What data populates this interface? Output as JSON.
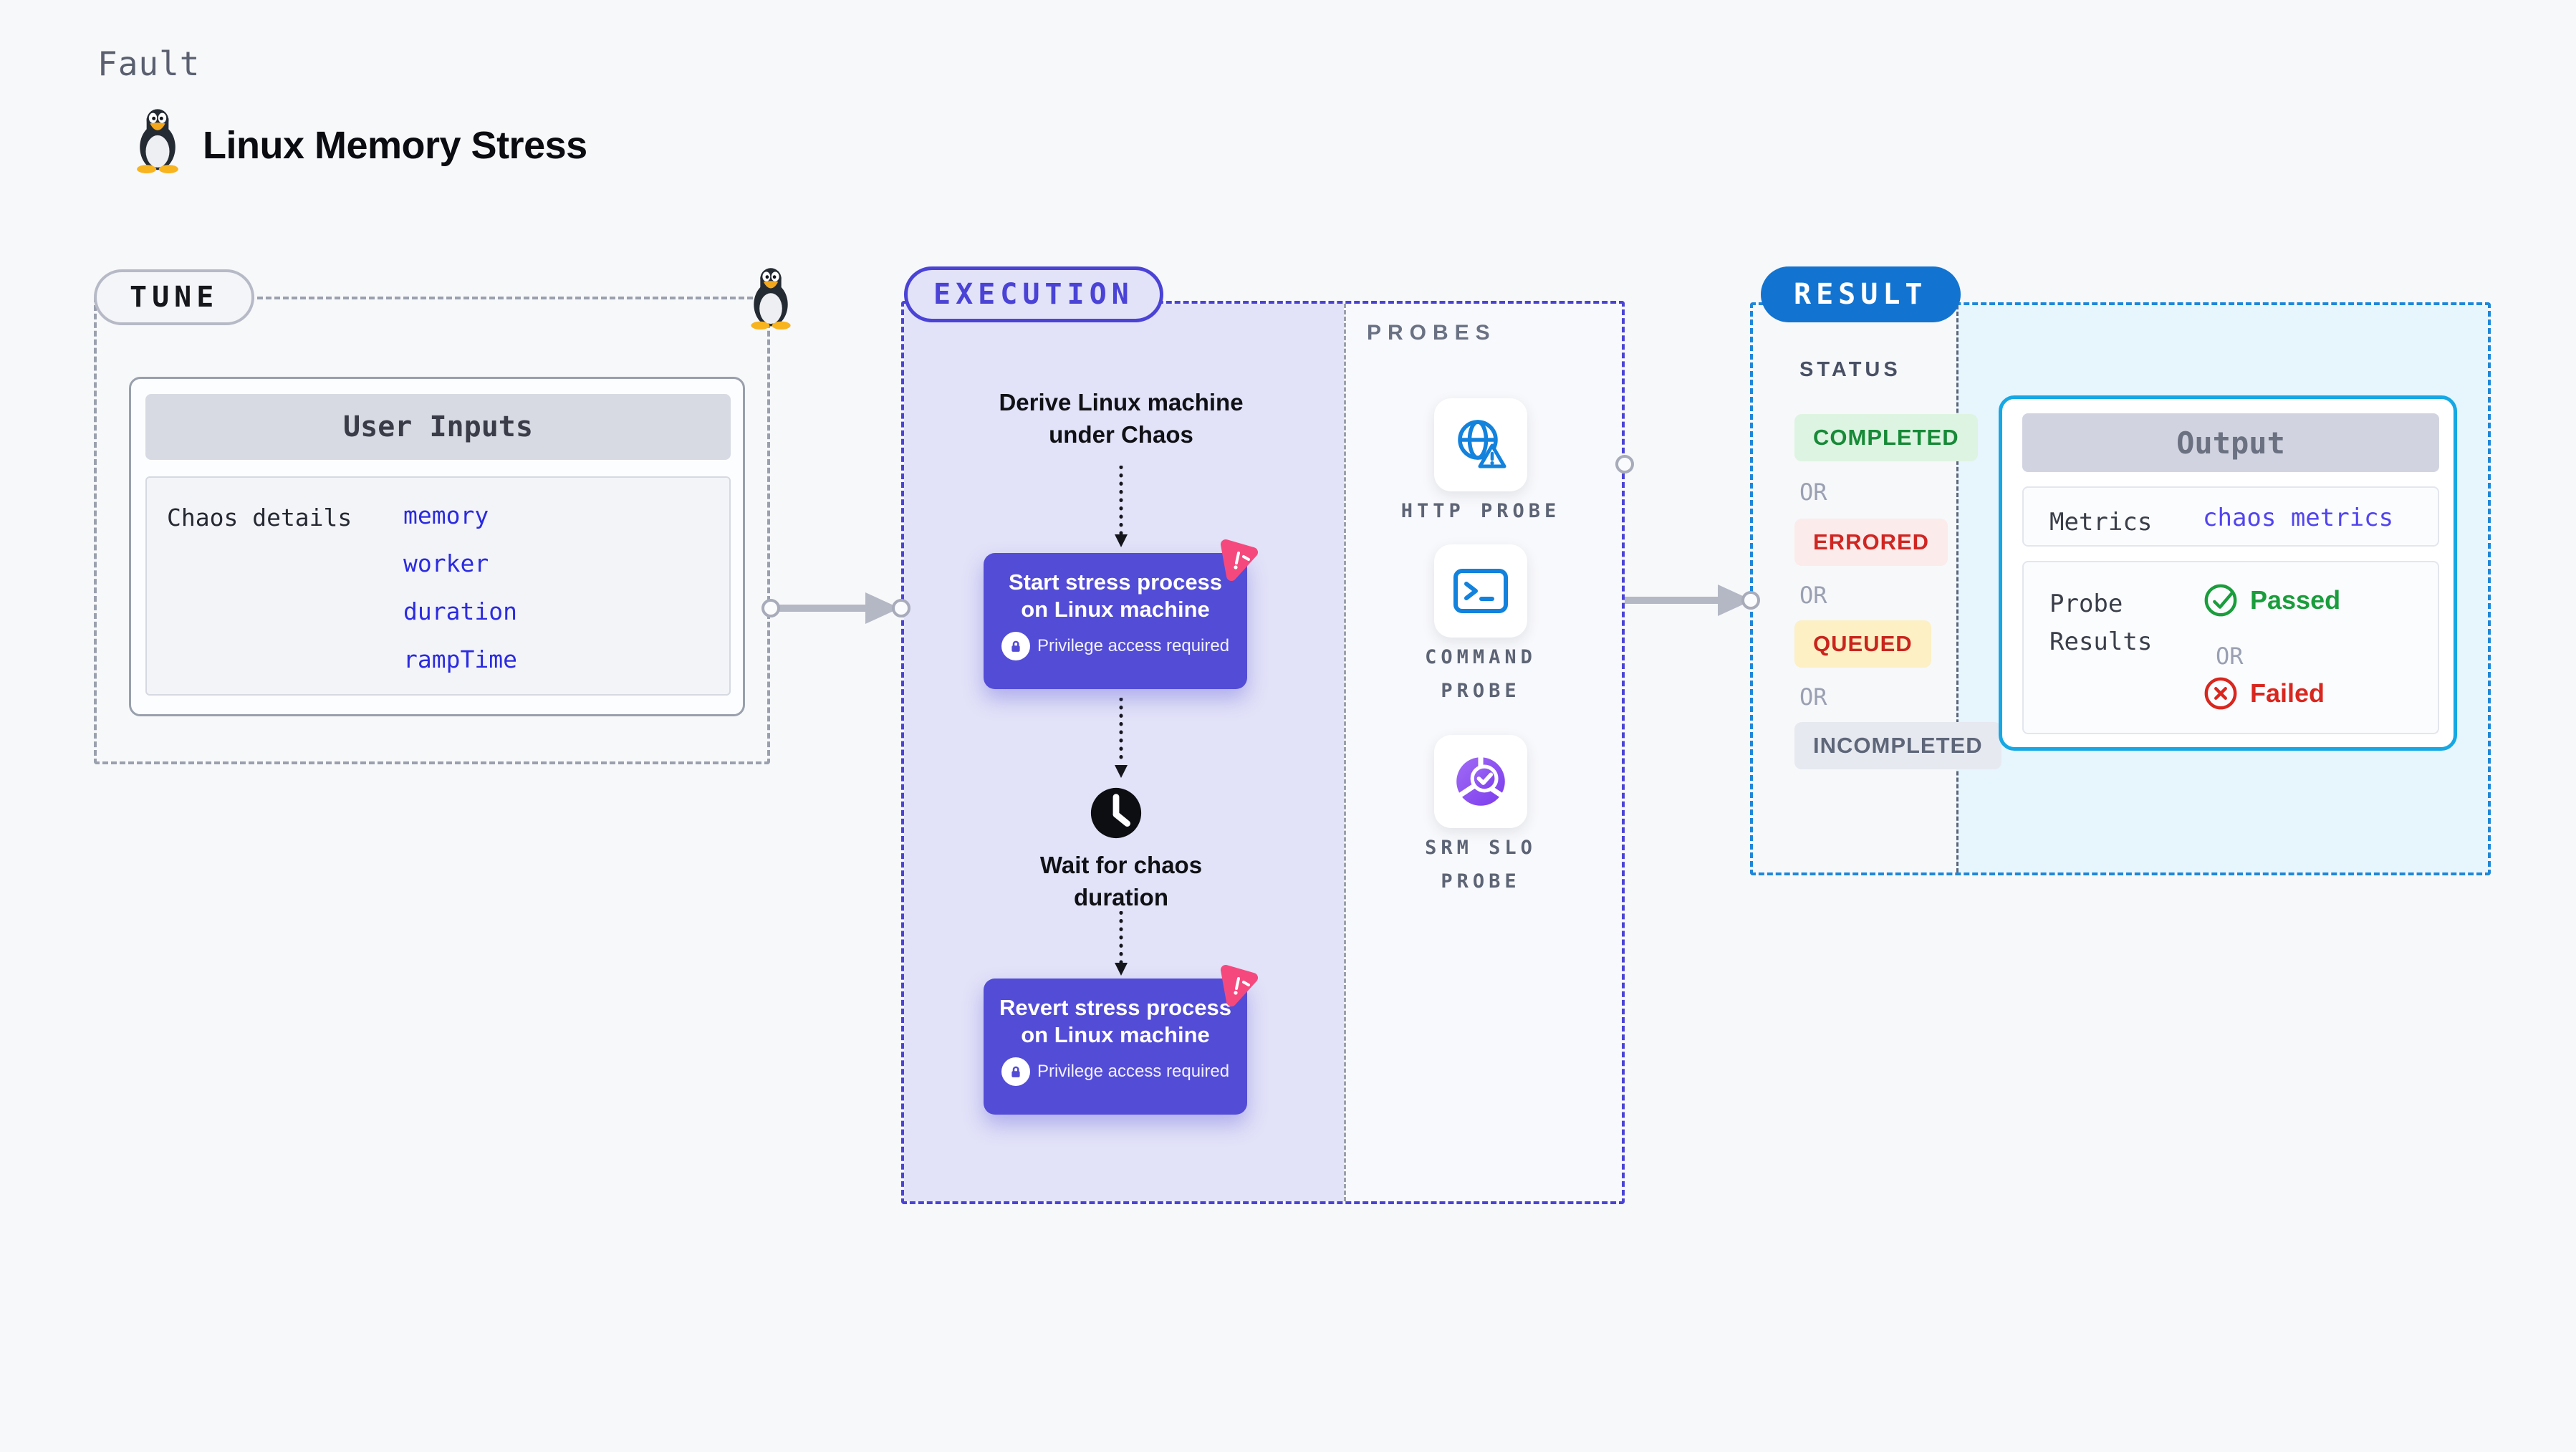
{
  "header": {
    "kicker": "Fault",
    "title": "Linux Memory Stress",
    "icon": "tux-penguin-icon"
  },
  "tune": {
    "pill": "TUNE",
    "user_inputs": {
      "header": "User Inputs",
      "row_label": "Chaos details",
      "values": [
        "memory",
        "worker",
        "duration",
        "rampTime"
      ]
    }
  },
  "execution": {
    "pill": "EXECUTION",
    "flow": {
      "derive_label": "Derive Linux machine under Chaos",
      "start_node": "Start stress process on Linux machine",
      "wait_label": "Wait for chaos duration",
      "revert_node": "Revert stress process on Linux machine",
      "privilege_note": "Privilege access required"
    },
    "probes": {
      "header": "PROBES",
      "items": [
        {
          "label": "HTTP PROBE",
          "icon": "globe-alert-icon"
        },
        {
          "label": "COMMAND PROBE",
          "icon": "terminal-icon"
        },
        {
          "label": "SRM SLO PROBE",
          "icon": "slo-gauge-icon"
        }
      ]
    }
  },
  "result": {
    "pill": "RESULT",
    "status": {
      "header": "STATUS",
      "or": "OR",
      "badges": [
        {
          "label": "COMPLETED",
          "color": "#178a38",
          "bg": "#def4e2"
        },
        {
          "label": "ERRORED",
          "color": "#d02622",
          "bg": "#fcebeb"
        },
        {
          "label": "QUEUED",
          "color": "#c9251d",
          "bg": "#fcf0c4"
        },
        {
          "label": "INCOMPLETED",
          "color": "#5e6679",
          "bg": "#e7e9f0"
        }
      ]
    },
    "output": {
      "header": "Output",
      "metrics_label": "Metrics",
      "metrics_value": "chaos metrics",
      "probe_results_label": "Probe Results",
      "passed": "Passed",
      "or": "OR",
      "failed": "Failed"
    }
  },
  "colors": {
    "page_bg": "#f7f8fa",
    "accent_indigo": "#4a43d6",
    "execution_bg": "#e2e2f8",
    "node_purple": "#534cd6",
    "chaos_pink": "#f5497d",
    "result_blue": "#1274d0",
    "result_border": "#1e87d9",
    "output_bg": "#e7f5fd",
    "output_card_border": "#15a8e4",
    "probe_icon_blue": "#1282dd",
    "value_blue": "#2b2be0",
    "metrics_indigo": "#5244ee",
    "passed_green": "#1a9d3c",
    "failed_red": "#d8271f"
  }
}
